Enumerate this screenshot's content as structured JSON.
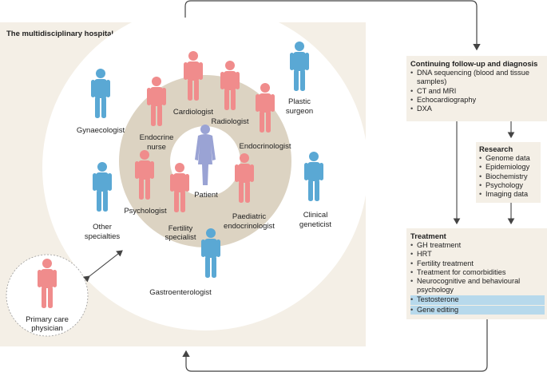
{
  "hospital": {
    "title": "The multidisciplinary hospital"
  },
  "center": {
    "label": "Patient"
  },
  "inner_ring": {
    "cardiologist": "Cardiologist",
    "radiologist": "Radiologist",
    "endocrine_nurse_1": "Endocrine",
    "endocrine_nurse_2": "nurse",
    "endocrinologist": "Endocrinologist",
    "psychologist": "Psychologist",
    "fertility_1": "Fertility",
    "fertility_2": "specialist",
    "paediatric_1": "Paediatric",
    "paediatric_2": "endocrinologist"
  },
  "outer_ring": {
    "gynaecologist": "Gynaecologist",
    "plastic_1": "Plastic",
    "plastic_2": "surgeon",
    "other_1": "Other",
    "other_2": "specialties",
    "clinical_1": "Clinical",
    "clinical_2": "geneticist",
    "gastro": "Gastroenterologist"
  },
  "primary_care": {
    "line1": "Primary care",
    "line2": "physician"
  },
  "follow_up": {
    "title": "Continuing follow-up and diagnosis",
    "items": [
      "DNA sequencing (blood and tissue samples)",
      "CT and MRI",
      "Echocardiography",
      "DXA"
    ]
  },
  "research": {
    "title": "Research",
    "items": [
      "Genome data",
      "Epidemiology",
      "Biochemistry",
      "Psychology",
      "Imaging data"
    ]
  },
  "treatment": {
    "title": "Treatment",
    "items": [
      "GH treatment",
      "HRT",
      "Fertility treatment",
      "Treatment for comorbidities",
      "Neurocognitive and behavioural psychology"
    ],
    "highlighted": [
      "Testosterone",
      "Gene editing"
    ]
  },
  "colors": {
    "panel_bg": "#f4efe6",
    "inner_ring": "#dcd3c2",
    "pink_figure": "#f08c8c",
    "blue_figure": "#5aa8d4",
    "patient_figure": "#9aa3d4",
    "highlight": "#b7d9ec",
    "arrow": "#444444"
  }
}
